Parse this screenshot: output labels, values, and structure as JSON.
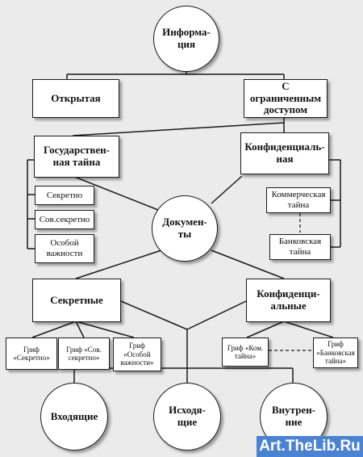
{
  "diagram": {
    "root": "Информа-\nция",
    "level1": {
      "open": "Открытая",
      "restricted": "С\nограниченным\nдоступом"
    },
    "level2": {
      "state_secret": "Государствен-\nная тайна",
      "confidential": "Конфиденциаль-\nная"
    },
    "state_secret_grades": [
      "Секретно",
      "Сов.секретно",
      "Особой\nважности"
    ],
    "confidential_types": [
      "Коммерческая\nтайна",
      "Банковская\nтайна"
    ],
    "documents": "Докумен-\nты",
    "doc_types": {
      "secret": "Секретные",
      "confidential": "Конфиденци-\nальные"
    },
    "secret_stamps": [
      "Гриф\n«Секретно»",
      "Гриф «Сов.\nсекретно»",
      "Гриф\n«Особой\nважности»"
    ],
    "confidential_stamps": [
      "Гриф «Ком.\nтайна»",
      "Гриф\n«Банковская\nтайна»"
    ],
    "flows": [
      "Входящие",
      "Исходя-\nщие",
      "Внутрен-\nние"
    ]
  },
  "watermark": "Art.TheLib.Ru"
}
